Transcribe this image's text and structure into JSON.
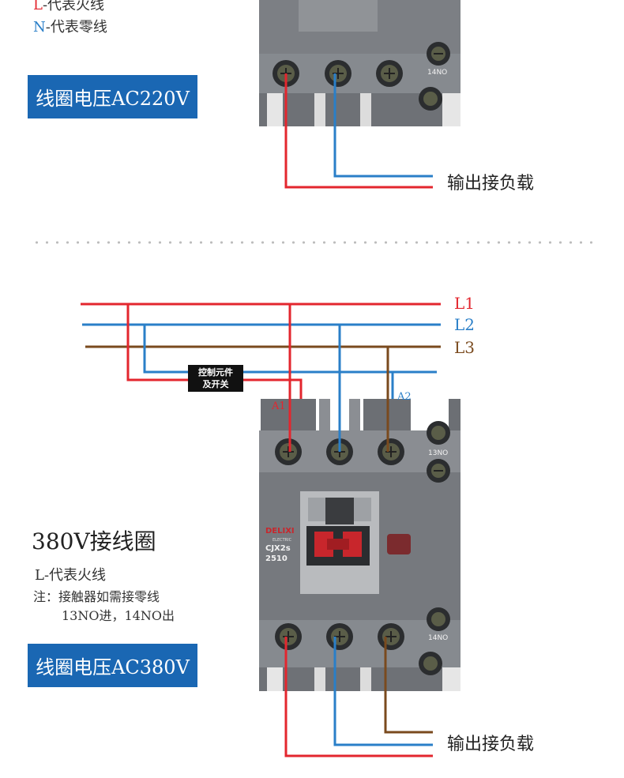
{
  "top": {
    "legend_l": "L-代表火线",
    "legend_n": "N-代表零线",
    "badge": "线圈电压AC220V",
    "output_label": "输出接负载",
    "bottom_terminals": [
      "",
      "",
      ""
    ],
    "terminal_14no": "14NO"
  },
  "bottom": {
    "phases": [
      "L1",
      "L2",
      "L3"
    ],
    "control_box": [
      "控制元件",
      "及开关"
    ],
    "coil_a1": "A1",
    "coil_a2": "A2",
    "terminal_13no": "13NO",
    "terminal_14no": "14NO",
    "title": "380V接线圈",
    "legend_l": "L-代表火线",
    "note_line1": "注：接触器如需接零线",
    "note_line2": "13NO进，14NO出",
    "badge": "线圈电压AC380V",
    "output_label": "输出接负载",
    "brand": "DELIXI",
    "brand_sub": "ELECTRIC",
    "model": "CJX2s",
    "model_no": "2510"
  },
  "colors": {
    "red_wire": "#e3262e",
    "blue_wire": "#2a7fc8",
    "brown_wire": "#7a4a1e",
    "badge_blue": "#1a67b3",
    "device_gray": "#75787d"
  }
}
